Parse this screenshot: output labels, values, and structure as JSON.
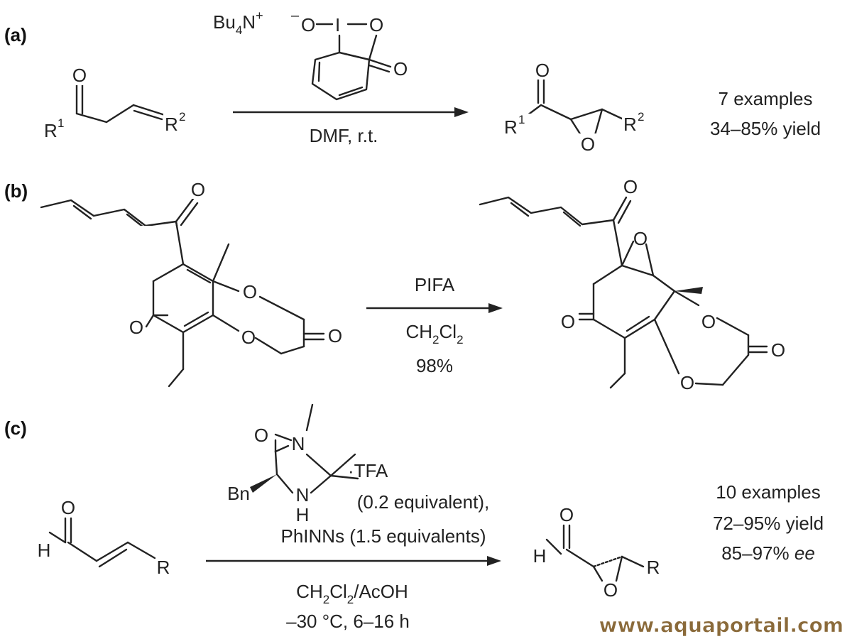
{
  "watermark": "www.aquaportail.com",
  "panels": {
    "a": {
      "label": "(a)",
      "reagent_cation": "Bu",
      "reagent_cation_sub": "4",
      "reagent_cation_tail": "N",
      "reagent_cation_charge": "+",
      "reagent_anion_charge": "–",
      "atom_O": "O",
      "atom_I": "I",
      "condition": "DMF, r.t.",
      "r1": "R",
      "r1_sup": "1",
      "r2": "R",
      "r2_sup": "2",
      "result_line1": "7 examples",
      "result_line2": "34–85% yield"
    },
    "b": {
      "label": "(b)",
      "atom_O": "O",
      "reagent": "PIFA",
      "solvent_a": "CH",
      "solvent_sub1": "2",
      "solvent_b": "Cl",
      "solvent_sub2": "2",
      "yield": "98%"
    },
    "c": {
      "label": "(c)",
      "atom_O": "O",
      "atom_N": "N",
      "atom_H": "H",
      "bn": "Bn",
      "tfa": "·TFA",
      "catalyst_amount": "(0.2 equivalent),",
      "oxidant": "PhINNs (1.5 equivalents)",
      "solvent_a": "CH",
      "solvent_sub1": "2",
      "solvent_b": "Cl",
      "solvent_sub2": "2",
      "solvent_c": "/AcOH",
      "conditions2": "–30 °C, 6–16 h",
      "r": "R",
      "result_line1": "10 examples",
      "result_line2": "72–95% yield",
      "result_line3_num": "85–97% ",
      "result_line3_unit": "ee"
    }
  }
}
